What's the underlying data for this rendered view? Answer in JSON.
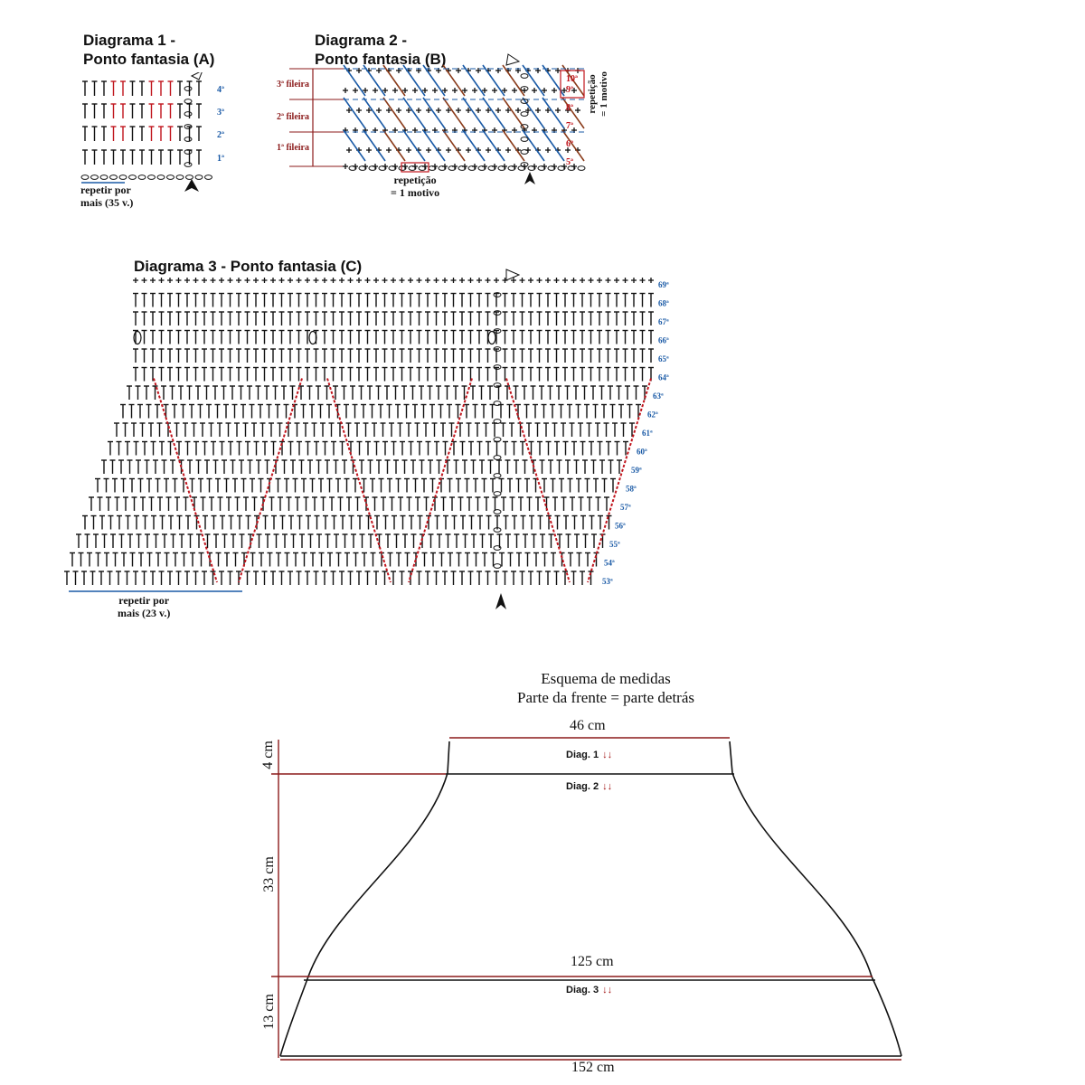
{
  "diagram1": {
    "title_line1": "Diagrama 1 -",
    "title_line2": "Ponto fantasia (A)",
    "rows": [
      "4ª",
      "3ª",
      "2ª",
      "1ª"
    ],
    "repeat_label_line1": "repetir por",
    "repeat_label_line2": "mais (35 v.)"
  },
  "diagram2": {
    "title_line1": "Diagrama 2 -",
    "title_line2": "Ponto fantasia (B)",
    "left_rows": [
      "3ª fileira",
      "2ª fileira",
      "1ª fileira"
    ],
    "right_rows": [
      "10ª",
      "9ª",
      "8ª",
      "7ª",
      "6ª",
      "5ª"
    ],
    "side_label_line1": "repetição",
    "side_label_line2": "= 1 motivo",
    "bottom_label_line1": "repetição",
    "bottom_label_line2": "= 1 motivo"
  },
  "diagram3": {
    "title": "Diagrama 3 -  Ponto fantasia (C)",
    "rows": [
      "69ª",
      "68ª",
      "67ª",
      "66ª",
      "65ª",
      "64ª",
      "63ª",
      "62ª",
      "61ª",
      "60ª",
      "59ª",
      "58ª",
      "57ª",
      "56ª",
      "55ª",
      "54ª",
      "53ª"
    ],
    "repeat_label_line1": "repetir por",
    "repeat_label_line2": "mais (23 v.)"
  },
  "scheme": {
    "title_line1": "Esquema de medidas",
    "title_line2": "Parte da frente = parte detrás",
    "top_width": "46 cm",
    "mid_width": "125 cm",
    "bottom_width": "152 cm",
    "h_top": "4 cm",
    "h_mid": "33 cm",
    "h_bottom": "13 cm",
    "diag1": "Diag. 1",
    "diag2": "Diag. 2",
    "diag3": "Diag. 3",
    "arrows": "↓↓"
  },
  "colors": {
    "red": "#c0141c",
    "blue": "#1a5aa6",
    "dark_red": "#8b1a1a",
    "ink": "#111111"
  }
}
